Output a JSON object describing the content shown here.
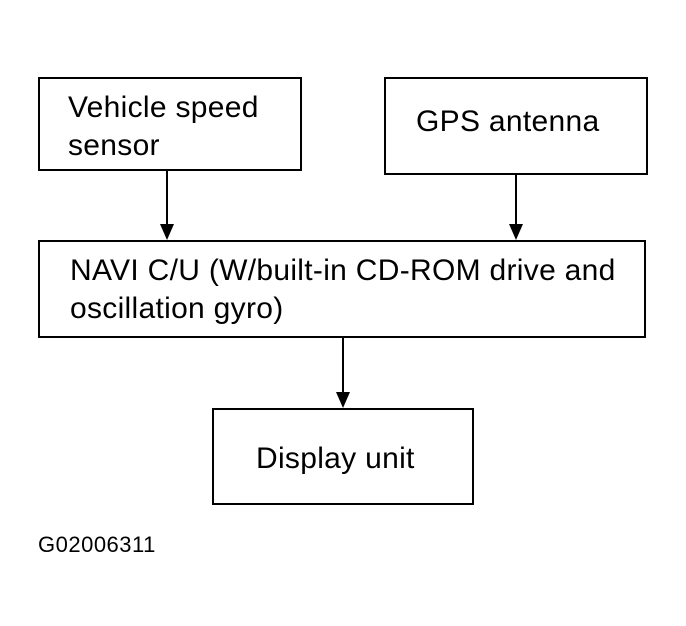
{
  "diagram": {
    "nodes": {
      "speed_sensor": "Vehicle speed sensor",
      "gps_antenna": "GPS antenna",
      "navi_cu": "NAVI C/U (W/built-in CD-ROM drive and oscillation gyro)",
      "display_unit": "Display unit"
    },
    "edges": [
      {
        "from": "Vehicle speed sensor",
        "to": "NAVI C/U"
      },
      {
        "from": "GPS antenna",
        "to": "NAVI C/U"
      },
      {
        "from": "NAVI C/U",
        "to": "Display unit"
      }
    ],
    "figure_code": "G02006311"
  }
}
